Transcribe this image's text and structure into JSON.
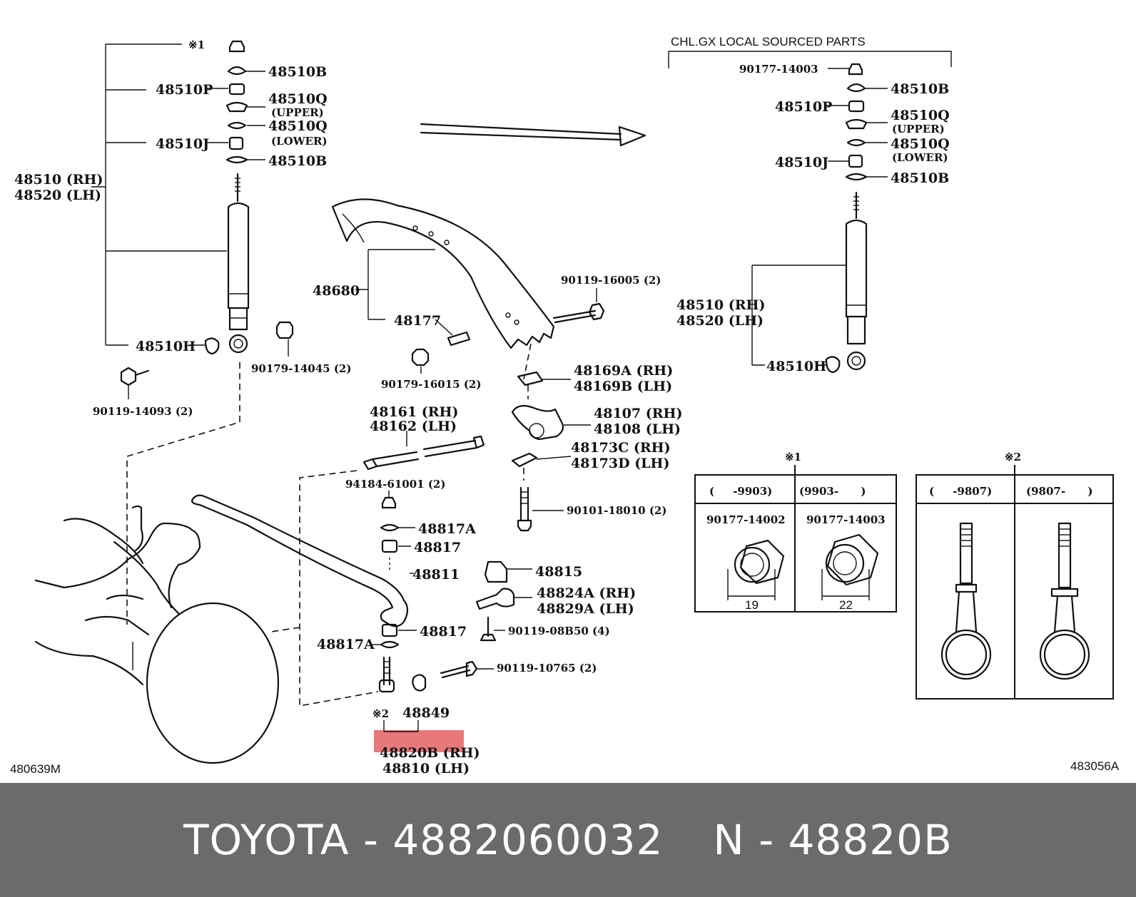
{
  "header": {
    "local_parts_title": "CHL.GX LOCAL SOURCED PARTS"
  },
  "left_shock": {
    "mark1": "※1",
    "p48510b_top": "48510B",
    "p48510p": "48510P",
    "p48510q_upper": "48510Q",
    "upper_note": "(UPPER)",
    "p48510q_lower": "48510Q",
    "lower_note": "(LOWER)",
    "p48510j": "48510J",
    "p48510b_bottom": "48510B",
    "p48510_rh": "48510 (RH)",
    "p48520_lh": "48520 (LH)",
    "p48510h": "48510H",
    "bolt_90179_14045": "90179-14045 (2)",
    "bolt_90119_14093": "90119-14093 (2)"
  },
  "center": {
    "p48680": "48680",
    "p48177": "48177",
    "bolt_90119_16005": "90119-16005 (2)",
    "nut_90179_16015": "90179-16015 (2)",
    "p48169a": "48169A (RH)",
    "p48169b": "48169B (LH)",
    "p48161": "48161 (RH)",
    "p48162": "48162 (LH)",
    "p48107": "48107 (RH)",
    "p48108": "48108 (LH)",
    "p48173c": "48173C (RH)",
    "p48173d": "48173D (LH)",
    "nut_94184": "94184-61001 (2)",
    "bolt_90101": "90101-18010 (2)",
    "p48817a_top": "48817A",
    "p48817_top": "48817",
    "p48811": "48811",
    "p48815": "48815",
    "p48824a": "48824A (RH)",
    "p48829a": "48829A (LH)",
    "p48817_bottom": "48817",
    "bolt_90119_08b50": "90119-08B50 (4)",
    "p48817a_bottom": "48817A",
    "bolt_90119_10765": "90119-10765 (2)",
    "mark2": "※2",
    "p48849": "48849",
    "p48820b": "48820B (RH)",
    "p48810": "48810 (LH)"
  },
  "right_shock": {
    "nut_90177_14003": "90177-14003",
    "p48510b_top": "48510B",
    "p48510p": "48510P",
    "p48510q_upper": "48510Q",
    "upper_note": "(UPPER)",
    "p48510q_lower": "48510Q",
    "lower_note": "(LOWER)",
    "p48510j": "48510J",
    "p48510b_bottom": "48510B",
    "p48510_rh": "48510 (RH)",
    "p48520_lh": "48520 (LH)",
    "p48510h": "48510H"
  },
  "table1": {
    "mark": "※1",
    "col1_header": "(     -9903)",
    "col2_header": "(9903-      )",
    "col1_part": "90177-14002",
    "col2_part": "90177-14003",
    "col1_size": "19",
    "col2_size": "22"
  },
  "table2": {
    "mark": "※2",
    "col1_header": "(     -9807)",
    "col2_header": "(9807-      )"
  },
  "codes": {
    "left": "480639M",
    "right": "483056A"
  },
  "highlight": {
    "color": "#e8787a"
  },
  "footer": {
    "brand_part": "TOYOTA - 4882060032",
    "ref": "N - 48820B",
    "background": "#6b6b6b"
  }
}
